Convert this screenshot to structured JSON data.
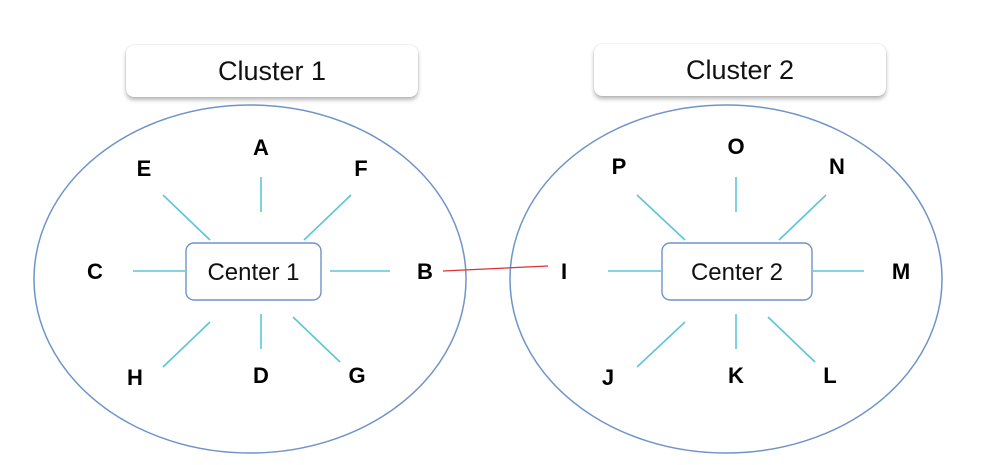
{
  "colors": {
    "ellipse_stroke": "#6f94c8",
    "spoke": "#5bc6d8",
    "link": "#e03030",
    "center_box_stroke": "#6f94c8"
  },
  "clusters": [
    {
      "title": "Cluster 1",
      "center": "Center 1",
      "nodes": {
        "A": "A",
        "E": "E",
        "F": "F",
        "C": "C",
        "B": "B",
        "H": "H",
        "D": "D",
        "G": "G"
      }
    },
    {
      "title": "Cluster 2",
      "center": "Center 2",
      "nodes": {
        "O": "O",
        "P": "P",
        "N": "N",
        "I": "I",
        "M": "M",
        "J": "J",
        "K": "K",
        "L": "L"
      }
    }
  ],
  "inter_cluster_link": {
    "from": "B",
    "to": "I"
  }
}
